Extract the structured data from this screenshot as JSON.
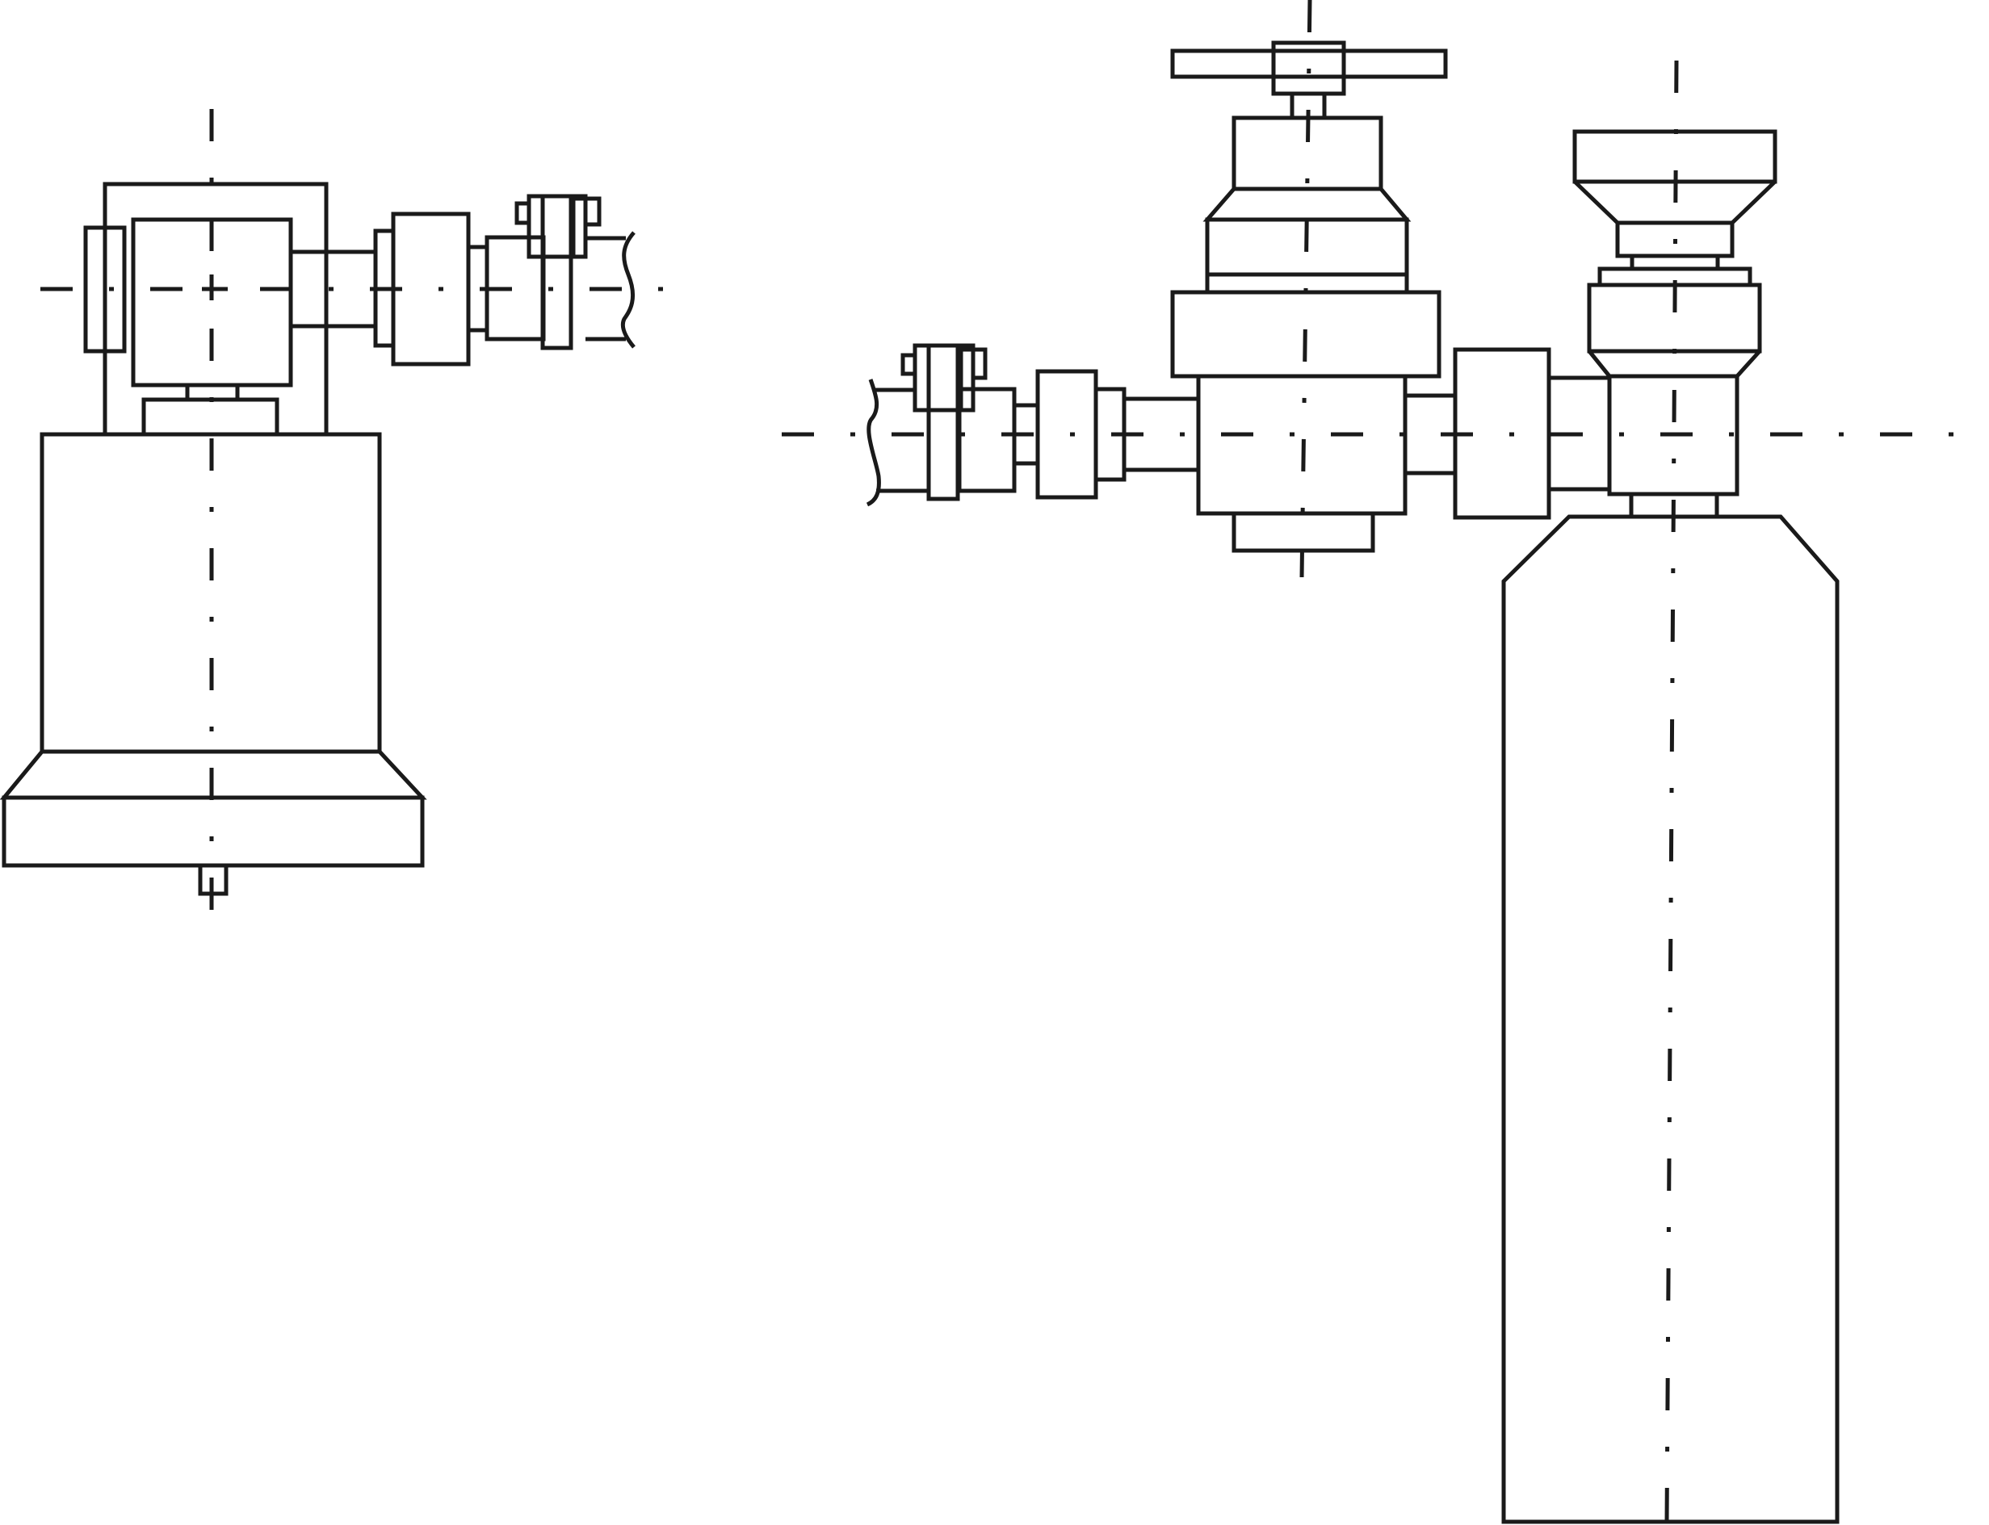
{
  "figure": {
    "stroke_color": "#1a1a1a",
    "background": "#ffffff",
    "assemblies": [
      {
        "id": "left-assembly",
        "parts": [
          "motor-housing",
          "mounting-base",
          "brake-unit",
          "gear-coupling",
          "bearing-block",
          "shaft-end"
        ]
      },
      {
        "id": "right-assembly",
        "parts": [
          "handwheel",
          "valve-body",
          "gearbox",
          "pulley",
          "coupling",
          "cylinder-tank",
          "top-cap"
        ]
      }
    ]
  }
}
